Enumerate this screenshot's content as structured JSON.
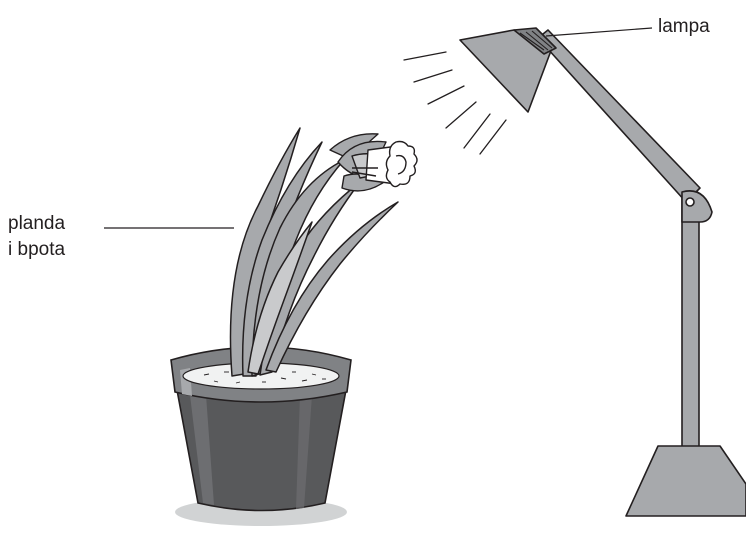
{
  "labels": {
    "lamp": "lampa",
    "plant_line1": "planda",
    "plant_line2": "i bpota"
  },
  "colors": {
    "outline": "#231f20",
    "leaf_fill": "#a7a9ac",
    "leaf_light": "#c9cacc",
    "pot_dark": "#58595b",
    "pot_mid": "#6d6e71",
    "pot_rim": "#808285",
    "pot_shadow": "#d1d3d4",
    "soil": "#f1f2f2",
    "lamp_fill": "#a7a9ac",
    "flower_white": "#ffffff"
  }
}
